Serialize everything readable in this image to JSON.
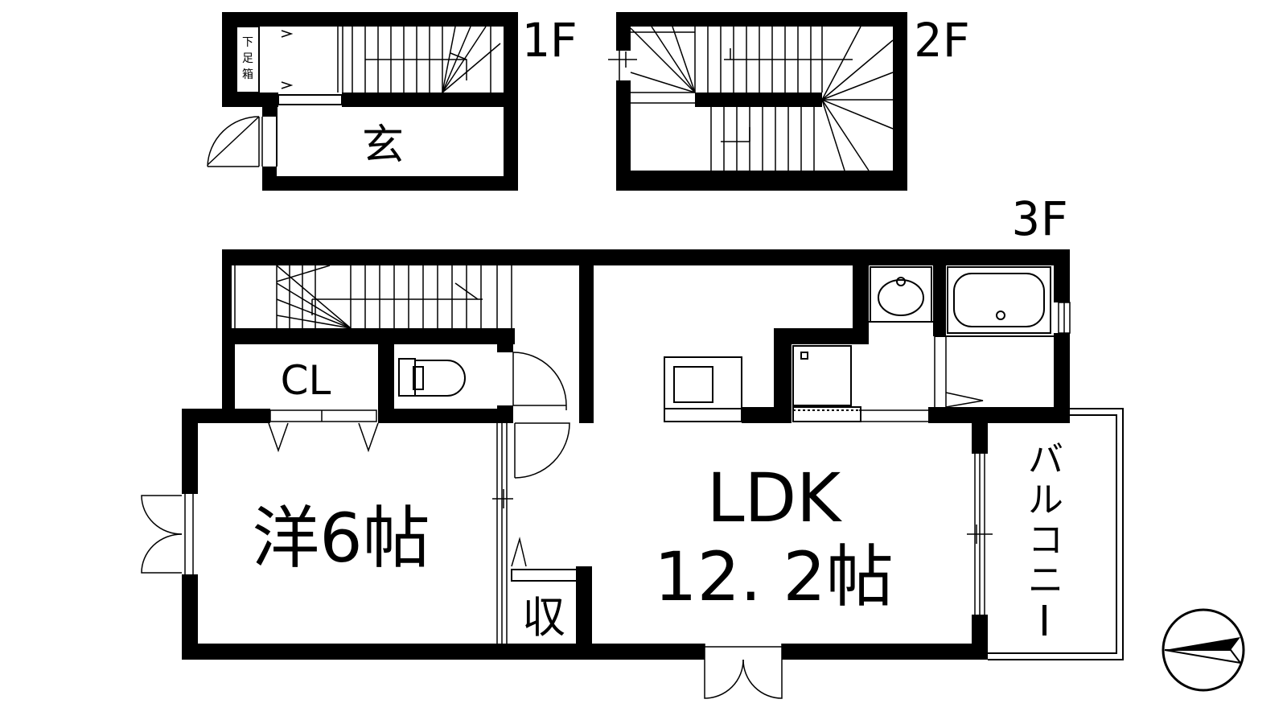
{
  "floors": {
    "f1": "1F",
    "f2": "2F",
    "f3": "3F"
  },
  "rooms": {
    "entrance": "玄",
    "shoe_box": [
      "下",
      "足",
      "箱"
    ],
    "closet": "CL",
    "western_room_line1": "洋6帖",
    "storage": "収",
    "ldk_line1": "LDK",
    "ldk_line2": "12. 2帖",
    "balcony": [
      "バ",
      "ル",
      "コ",
      "ニ",
      "ー"
    ]
  },
  "colors": {
    "wall": "#000000",
    "background": "#ffffff"
  }
}
